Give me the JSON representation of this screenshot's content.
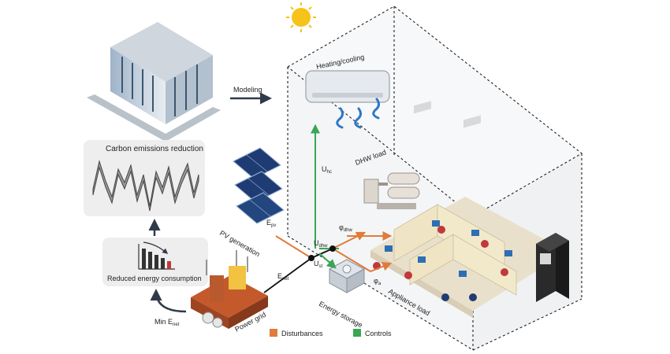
{
  "diagram": {
    "labels": {
      "modeling": "Modeling",
      "heating_cooling": "Heating/cooling",
      "dhw_load": "DHW load",
      "pv_generation": "PV generation",
      "energy_storage": "Energy storage",
      "appliance_load": "Appliance load",
      "power_grid": "Power grid",
      "carbon_emissions_reduction": "Carbon emissions reduction",
      "reduced_energy_consumption": "Reduced energy consumption",
      "min_enet": "Min E",
      "min_enet_sub": "net"
    },
    "variables": {
      "u_hc": "U",
      "u_hc_sub": "hc",
      "e_pv": "E",
      "e_pv_sub": "pv",
      "phi_dhw": "φ",
      "phi_dhw_sub": "dhw",
      "u_dhw": "U",
      "u_dhw_sub": "dhw",
      "u_st": "U",
      "u_st_sub": "st",
      "e_net": "E",
      "e_net_sub": "net",
      "phi_a": "φ",
      "phi_a_sub": "a"
    },
    "legend": [
      {
        "label": "Disturbances",
        "color": "#e07b39"
      },
      {
        "label": "Controls",
        "color": "#3aa655"
      }
    ],
    "colors": {
      "disturbance": "#e07b39",
      "control": "#3aa655",
      "connector": "#111111",
      "modeling_arrow": "#2f3b4a"
    }
  }
}
